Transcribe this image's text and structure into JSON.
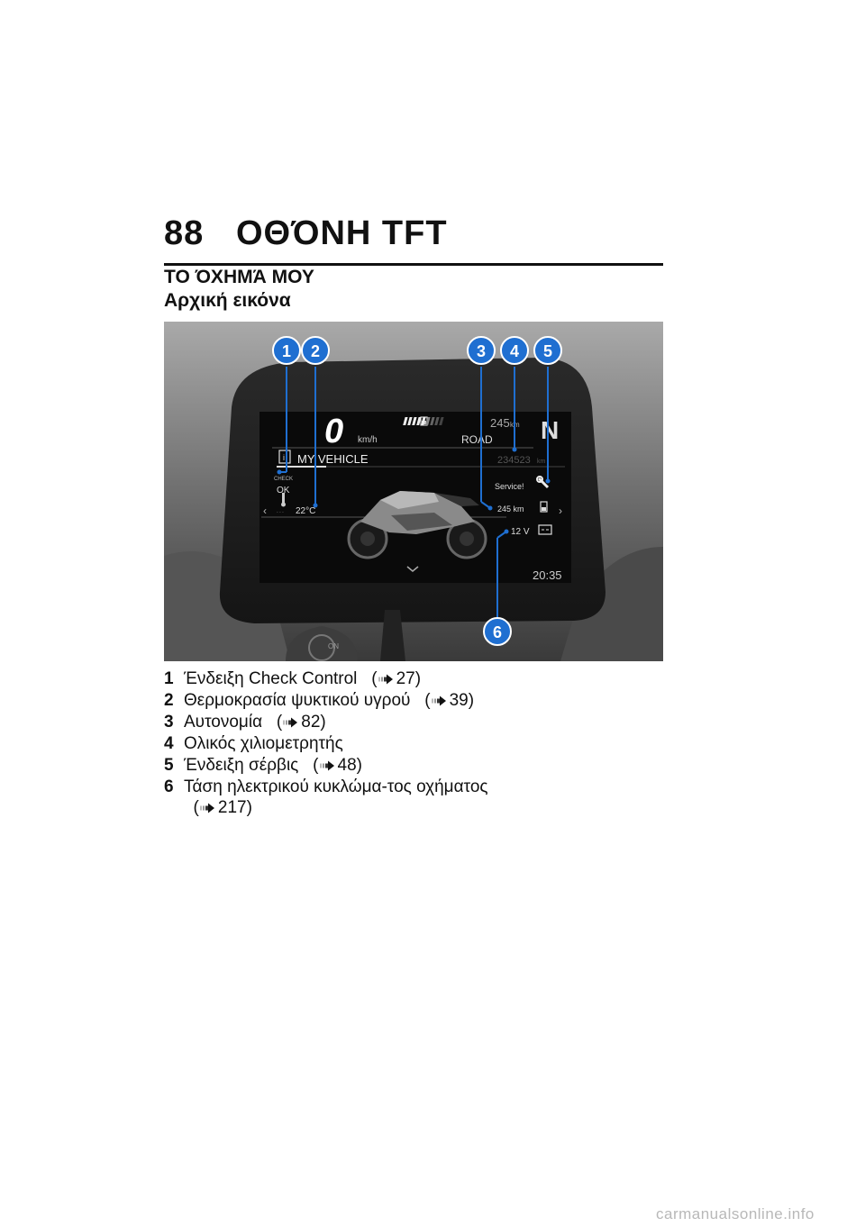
{
  "header": {
    "page_number": "88",
    "chapter_title": "ΟΘΌΝΗ TFT"
  },
  "section": {
    "title": "ΤΟ ΌΧΗΜΆ ΜΟΥ",
    "subtitle": "Αρχική εικόνα"
  },
  "figure": {
    "callouts": [
      "1",
      "2",
      "3",
      "4",
      "5",
      "6"
    ],
    "display": {
      "speed": "0",
      "speed_unit": "km/h",
      "range_top": "245",
      "range_top_unit": "km",
      "gear": "N",
      "mode": "ROAD",
      "menu_title": "MY VEHICLE",
      "check_label": "CHECK",
      "check_status": "OK",
      "coolant_temp": "22°C",
      "odometer": "234523",
      "odometer_unit": "km",
      "service": "Service!",
      "range": "245 km",
      "voltage": "12 V",
      "clock": "20:35",
      "on_label": "ON"
    }
  },
  "legend": [
    {
      "num": "1",
      "text": "Ένδειξη Check Control",
      "ref": "27"
    },
    {
      "num": "2",
      "text": "Θερμοκρασία ψυκτικού υγρού",
      "ref": "39"
    },
    {
      "num": "3",
      "text": "Αυτονομία",
      "ref": "82"
    },
    {
      "num": "4",
      "text": "Ολικός χιλιομετρητής",
      "ref": ""
    },
    {
      "num": "5",
      "text": "Ένδειξη σέρβις",
      "ref": "48"
    },
    {
      "num": "6",
      "text": "Τάση ηλεκτρικού κυκλώμα-τος οχήματος",
      "ref": "217"
    }
  ],
  "footer": {
    "watermark": "carmanualsonline.info"
  },
  "icons": [
    "fuel-icon",
    "thermometer-icon",
    "wrench-icon",
    "battery-icon",
    "motorcycle-image",
    "reference-arrow-icon"
  ],
  "colors": {
    "callout": "#1f6fd1",
    "screen": "#0a0a0a",
    "text": "#111111"
  }
}
